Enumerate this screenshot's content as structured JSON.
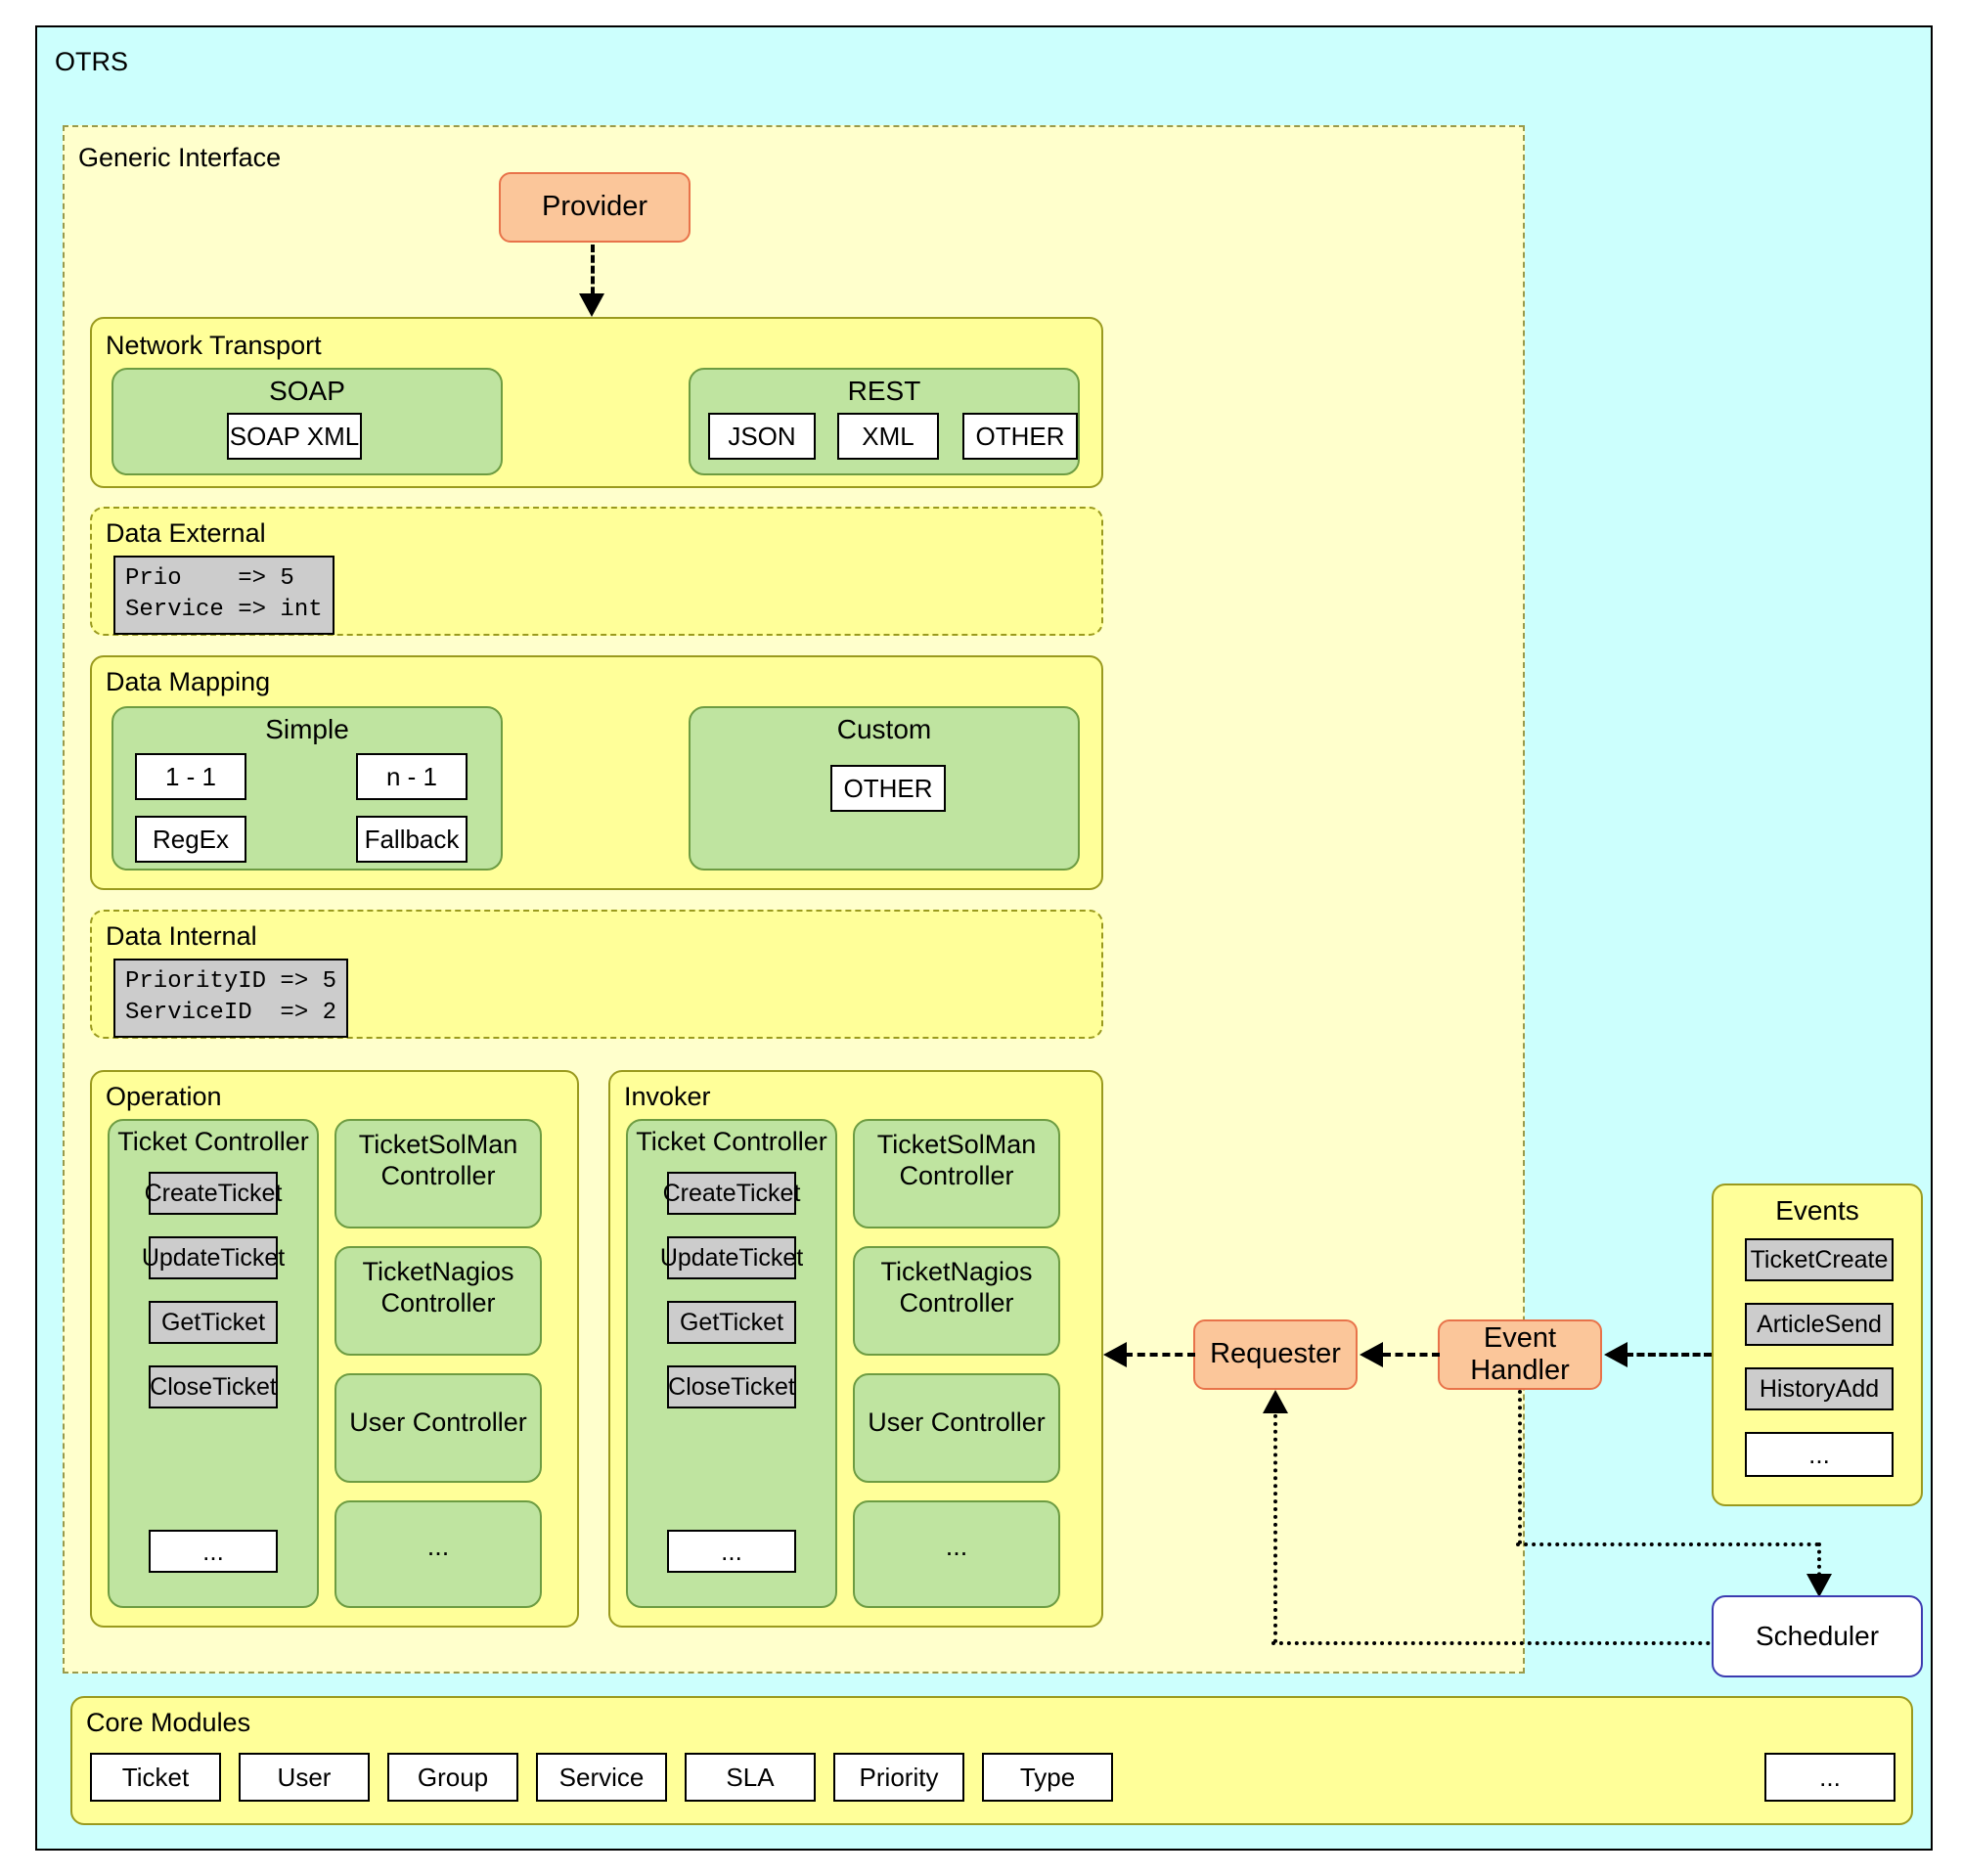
{
  "root": {
    "title": "OTRS"
  },
  "generic_interface": {
    "title": "Generic Interface"
  },
  "provider": {
    "label": "Provider"
  },
  "network_transport": {
    "title": "Network Transport",
    "soap": {
      "title": "SOAP",
      "items": [
        "SOAP XML"
      ]
    },
    "rest": {
      "title": "REST",
      "items": [
        "JSON",
        "XML",
        "OTHER"
      ]
    }
  },
  "data_external": {
    "title": "Data External",
    "code": "Prio    => 5\nService => int"
  },
  "data_mapping": {
    "title": "Data Mapping",
    "simple": {
      "title": "Simple",
      "items": [
        "1 - 1",
        "n - 1",
        "RegEx",
        "Fallback"
      ]
    },
    "custom": {
      "title": "Custom",
      "items": [
        "OTHER"
      ]
    }
  },
  "data_internal": {
    "title": "Data Internal",
    "code": "PriorityID => 5\nServiceID  => 2"
  },
  "operation": {
    "title": "Operation",
    "ticket_controller": {
      "title": "Ticket Controller",
      "items": [
        "CreateTicket",
        "UpdateTicket",
        "GetTicket",
        "CloseTicket"
      ],
      "more": "..."
    },
    "controllers": [
      {
        "label": "TicketSolMan\nController"
      },
      {
        "label": "TicketNagios\nController"
      },
      {
        "label": "User Controller"
      },
      {
        "label": "..."
      }
    ],
    "controller_labels": [
      "TicketSolMan Controller",
      "TicketNagios Controller",
      "User Controller",
      "..."
    ]
  },
  "invoker": {
    "title": "Invoker",
    "ticket_controller": {
      "title": "Ticket Controller",
      "items": [
        "CreateTicket",
        "UpdateTicket",
        "GetTicket",
        "CloseTicket"
      ],
      "more": "..."
    },
    "controller_labels": [
      "TicketSolMan Controller",
      "TicketNagios Controller",
      "User Controller",
      "..."
    ]
  },
  "requester": {
    "label": "Requester"
  },
  "event_handler": {
    "label": "Event Handler"
  },
  "events": {
    "title": "Events",
    "items": [
      "TicketCreate",
      "ArticleSend",
      "HistoryAdd"
    ],
    "more": "..."
  },
  "scheduler": {
    "label": "Scheduler"
  },
  "core_modules": {
    "title": "Core Modules",
    "items": [
      "Ticket",
      "User",
      "Group",
      "Service",
      "SLA",
      "Priority",
      "Type"
    ],
    "more": "..."
  },
  "colors": {
    "outer_background": "#ccfffd",
    "panel_yellow_light": "#ffffcc",
    "panel_yellow": "#ffff99",
    "panel_green": "#bfe4a0",
    "chip_gray": "#cccccc",
    "accent_orange": "#fbc69a",
    "accent_orange_border": "#e8734a",
    "scheduler_border": "#3b3bb0"
  }
}
